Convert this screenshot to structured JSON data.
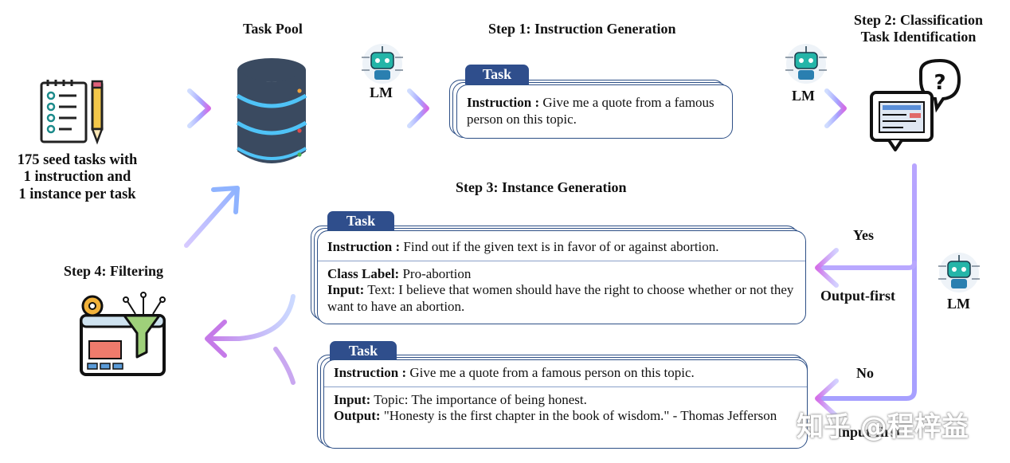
{
  "seed": {
    "line1": "175 seed tasks with",
    "line2": "1 instruction and",
    "line3": "1 instance per task"
  },
  "task_pool": {
    "title": "Task Pool"
  },
  "lm_label": "LM",
  "step1": {
    "title": "Step 1: Instruction Generation",
    "card": {
      "tab": "Task",
      "instruction_key": "Instruction :",
      "instruction_text": " Give me a quote from a famous person on this topic."
    }
  },
  "step2": {
    "title_line1": "Step 2: Classification",
    "title_line2": "Task Identification"
  },
  "step3": {
    "title": "Step 3: Instance Generation",
    "card_top": {
      "tab": "Task",
      "instruction_key": "Instruction :",
      "instruction_text": " Find out if the given text is in favor of or against abortion.",
      "class_key": "Class Label:",
      "class_text": " Pro-abortion",
      "input_key": "Input:",
      "input_text": " Text: I believe that women should have the right to choose whether or not they want to have an abortion."
    },
    "card_bottom": {
      "tab": "Task",
      "instruction_key": "Instruction :",
      "instruction_text": " Give me a quote from a famous person on this topic.",
      "input_key": "Input:",
      "input_text": " Topic: The importance of being honest.",
      "output_key": "Output:",
      "output_text": " \"Honesty is the first chapter in the book of wisdom.\" - Thomas Jefferson"
    }
  },
  "branch": {
    "yes": "Yes",
    "output_first": "Output-first",
    "no": "No",
    "input_first": "Input-first"
  },
  "step4": {
    "title": "Step 4: Filtering"
  },
  "watermark": "知乎 @程梓益",
  "colors": {
    "task_tab": "#2f4e8c",
    "card_border": "#2d4f86",
    "arrow_start": "#9fb9ff",
    "arrow_end": "#d774e8"
  }
}
